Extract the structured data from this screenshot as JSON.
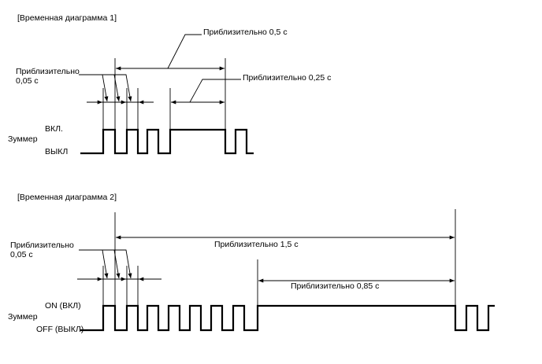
{
  "diagram1": {
    "title": "[Временная диаграмма 1]",
    "label_approx_05": "Приблизительно 0,5 с",
    "label_approx_025": "Приблизительно 0,25 с",
    "label_approx_005_line1": "Приблизительно",
    "label_approx_005_line2": "0,05 с",
    "on_label": "ВКЛ.",
    "off_label": "ВЫКЛ",
    "signal_label": "Зуммер"
  },
  "diagram2": {
    "title": "[Временная диаграмма 2]",
    "label_approx_15": "Приблизительно 1,5 с",
    "label_approx_085": "Приблизительно 0,85 с",
    "label_approx_005_line1": "Приблизительно",
    "label_approx_005_line2": "0,05 с",
    "on_label": "ON (ВКЛ)",
    "off_label": "OFF (ВЫКЛ)",
    "signal_label": "Зуммер"
  }
}
